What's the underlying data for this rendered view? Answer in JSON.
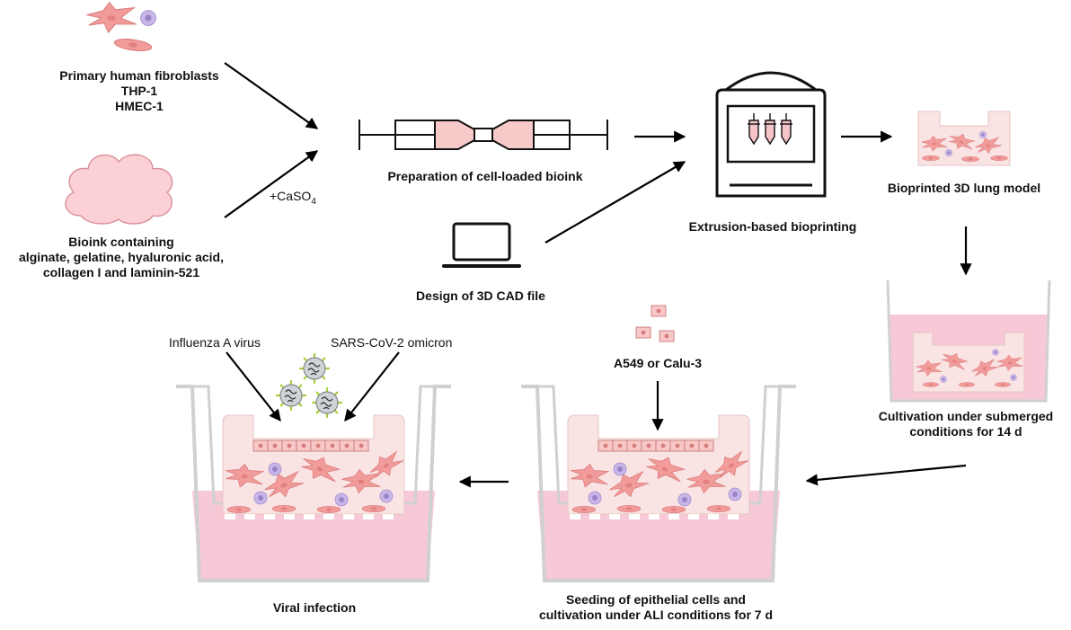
{
  "cell_sources": {
    "lines": [
      "Primary human fibroblasts",
      "THP-1",
      "HMEC-1"
    ]
  },
  "bioink": {
    "lines": [
      "Bioink containing",
      "alginate, gelatine, hyaluronic acid,",
      "collagen I and laminin-521"
    ]
  },
  "additive": {
    "prefix": "+CaSO",
    "subscript": "4"
  },
  "steps": {
    "preparation": "Preparation of cell-loaded bioink",
    "cad": "Design of 3D CAD file",
    "printing": "Extrusion-based bioprinting",
    "model": "Bioprinted 3D lung model",
    "submerged": [
      "Cultivation under submerged",
      "conditions for 14 d"
    ],
    "seeding": [
      "Seeding of epithelial cells and",
      "cultivation under ALI conditions for 7 d"
    ],
    "infection": "Viral infection"
  },
  "epithelial_cells": "A549 or Calu-3",
  "viruses": {
    "influenza": "Influenza A virus",
    "sars": "SARS-CoV-2 omicron"
  },
  "colors": {
    "medium": "#f7c9d6",
    "tissue": "#fae3e3",
    "fibroblast": "#f19b9b",
    "monocyte": "#c9b6e8",
    "epithelial": "#f8c7c7",
    "virus_spike": "#a6d13b",
    "insert": "#cfcfcf"
  }
}
